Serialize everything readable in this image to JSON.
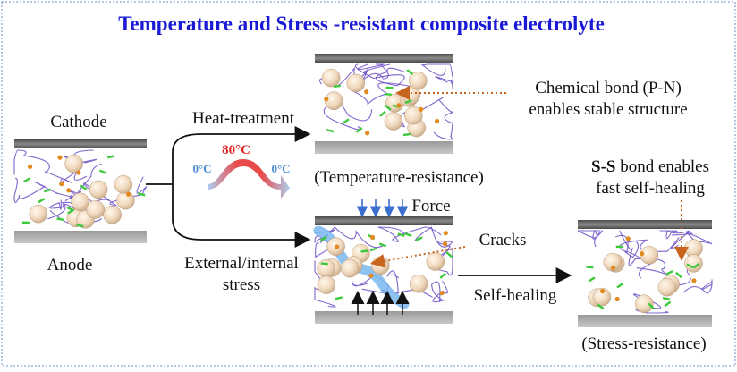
{
  "title": "Temperature and Stress -resistant  composite electrolyte",
  "labels": {
    "cathode": "Cathode",
    "anode": "Anode",
    "heat_treatment": "Heat-treatment",
    "external_stress_line1": "External/internal",
    "external_stress_line2": "stress",
    "temp_low_left": "0°C",
    "temp_high": "80°C",
    "temp_low_right": "0°C",
    "temperature_resistance": "(Temperature-resistance)",
    "force": "Force",
    "cracks": "Cracks",
    "self_healing": "Self-healing",
    "stress_resistance": "(Stress-resistance)",
    "chemical_bond_line1": "Chemical bond (P-N)",
    "chemical_bond_line2": "enables stable structure",
    "ss_bond_bold": "S-S",
    "ss_bond_rest": " bond enables",
    "ss_bond_line2": "fast self-healing"
  },
  "colors": {
    "title": "#1a1ad6",
    "electrode": "#686868",
    "electrode_top": "#3a3a3a",
    "particle": "#f2dcc4",
    "polymer": "#6a4bc4",
    "linker": "#3cc93c",
    "dot": "#e08a20",
    "annotation_arrow": "#c8641e",
    "crack": "#7ab8ee",
    "force_arrow": "#3a6fd0",
    "hot": "#e02020",
    "cold": "#4a8ad0",
    "text": "#111111"
  },
  "icons": {
    "heat_curve": "temperature-cycle-arrow-icon",
    "force": "down-arrows-icon",
    "stress_up": "up-arrows-icon"
  }
}
